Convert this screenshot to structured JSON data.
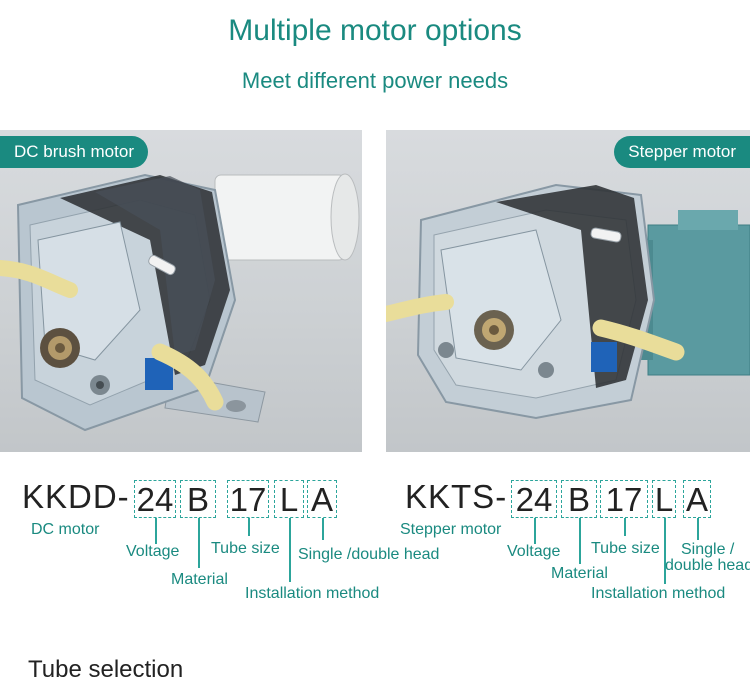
{
  "header": {
    "title": "Multiple motor options",
    "subtitle": "Meet different power needs"
  },
  "photos": {
    "left_badge": "DC brush motor",
    "right_badge": "Stepper motor"
  },
  "left_code": {
    "prefix": "KKDD-",
    "segments": [
      "24",
      "B",
      "17",
      "L",
      "A"
    ],
    "labels": {
      "prefix": "DC motor",
      "voltage": "Voltage",
      "material": "Material",
      "tube_size": "Tube size",
      "installation": "Installation method",
      "head": "Single /double head"
    }
  },
  "right_code": {
    "prefix": "KKTS-",
    "segments": [
      "24",
      "B",
      "17",
      "L",
      "A"
    ],
    "labels": {
      "prefix": "Stepper motor",
      "voltage": "Voltage",
      "material": "Material",
      "tube_size": "Tube size",
      "installation": "Installation method",
      "head_line1": "Single /",
      "head_line2": "double head"
    }
  },
  "section": {
    "title": "Tube selection"
  },
  "colors": {
    "accent": "#1a8a80",
    "dashed": "#2ca59b",
    "text": "#222222"
  }
}
